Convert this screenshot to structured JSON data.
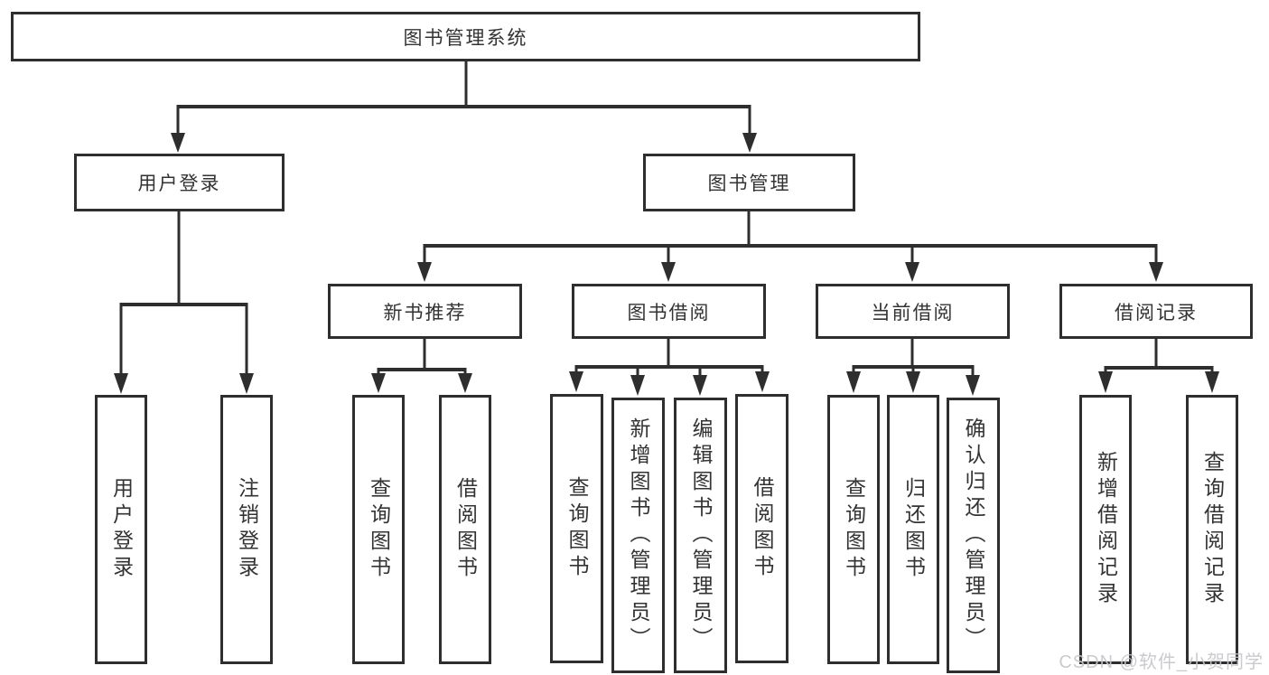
{
  "meta": {
    "diagram_type": "hierarchy-tree",
    "language": "zh-CN"
  },
  "tree": {
    "label": "图书管理系统",
    "children": [
      {
        "label": "用户登录",
        "children": [
          {
            "label": "用户登录"
          },
          {
            "label": "注销登录"
          }
        ]
      },
      {
        "label": "图书管理",
        "children": [
          {
            "label": "新书推荐",
            "children": [
              {
                "label": "查询图书"
              },
              {
                "label": "借阅图书"
              }
            ]
          },
          {
            "label": "图书借阅",
            "children": [
              {
                "label": "查询图书"
              },
              {
                "label": "新增图书（管理员）"
              },
              {
                "label": "编辑图书（管理员）"
              },
              {
                "label": "借阅图书"
              }
            ]
          },
          {
            "label": "当前借阅",
            "children": [
              {
                "label": "查询图书"
              },
              {
                "label": "归还图书"
              },
              {
                "label": "确认归还（管理员）"
              }
            ]
          },
          {
            "label": "借阅记录",
            "children": [
              {
                "label": "新增借阅记录"
              },
              {
                "label": "查询借阅记录"
              }
            ]
          }
        ]
      }
    ]
  },
  "watermark": {
    "text": "CSDN @软件_小贺同学"
  },
  "colors": {
    "line": "#2e2e2e",
    "box_border": "#2e2e2e",
    "box_fill": "#ffffff",
    "text": "#333333",
    "watermark_text": "#c6c6cb",
    "background": "#ffffff"
  }
}
